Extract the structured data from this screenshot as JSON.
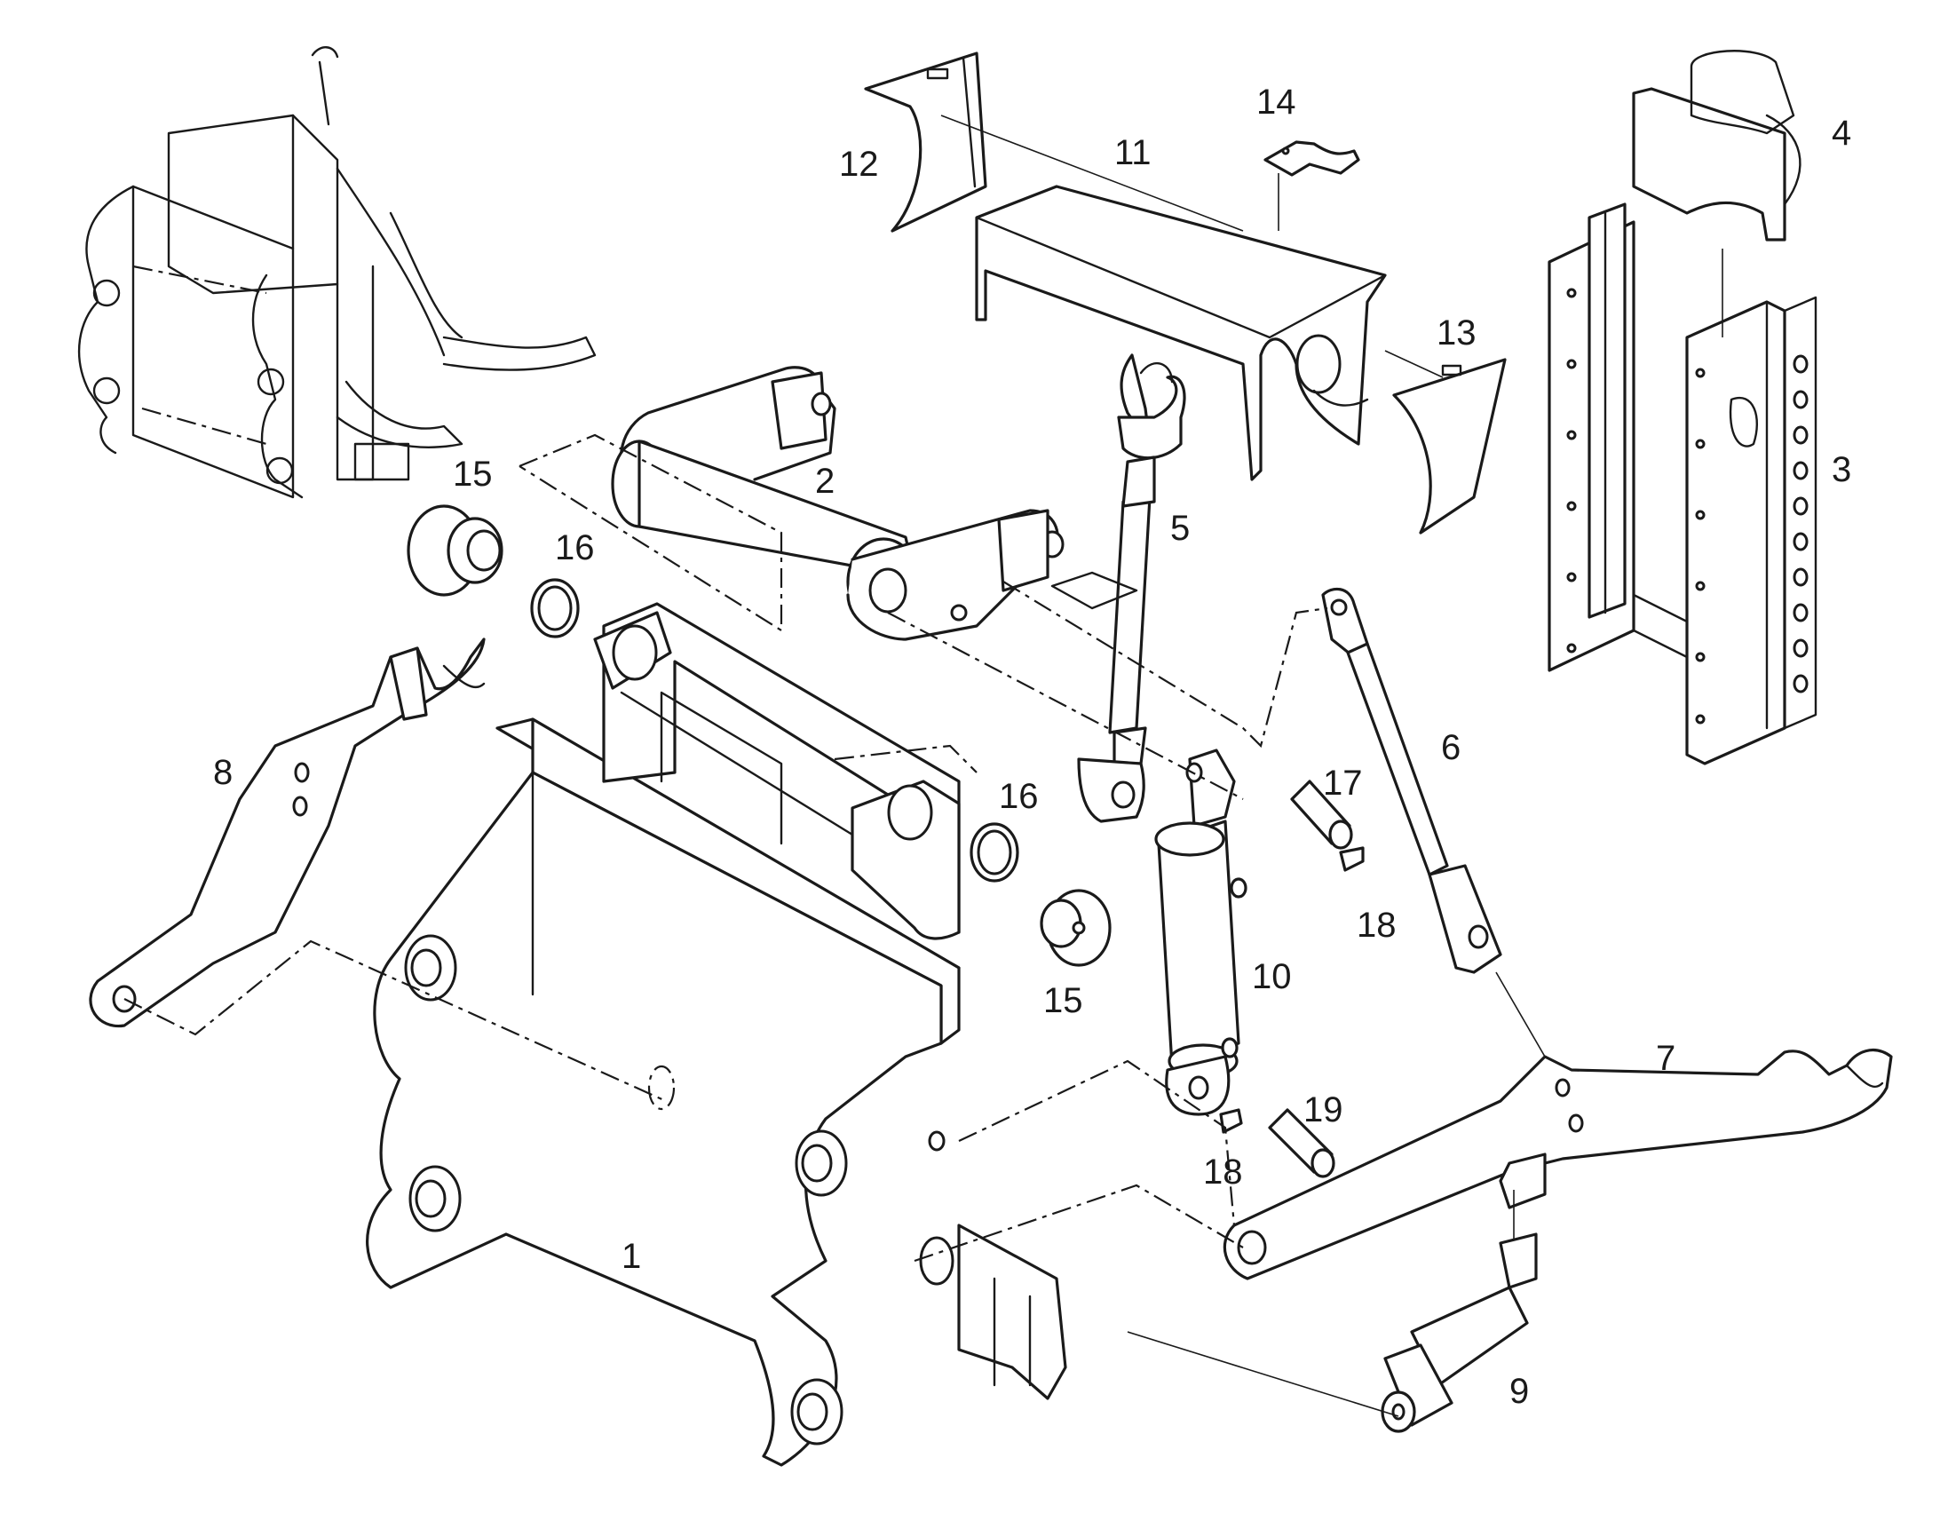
{
  "diagram": {
    "type": "exploded-parts-view",
    "callouts": [
      {
        "id": "c1",
        "label": "1"
      },
      {
        "id": "c2",
        "label": "2"
      },
      {
        "id": "c3",
        "label": "3"
      },
      {
        "id": "c4",
        "label": "4"
      },
      {
        "id": "c5",
        "label": "5"
      },
      {
        "id": "c6",
        "label": "6"
      },
      {
        "id": "c7",
        "label": "7"
      },
      {
        "id": "c8",
        "label": "8"
      },
      {
        "id": "c9",
        "label": "9"
      },
      {
        "id": "c10",
        "label": "10"
      },
      {
        "id": "c11",
        "label": "11"
      },
      {
        "id": "c12",
        "label": "12"
      },
      {
        "id": "c13",
        "label": "13"
      },
      {
        "id": "c14",
        "label": "14"
      },
      {
        "id": "c15a",
        "label": "15"
      },
      {
        "id": "c15b",
        "label": "15"
      },
      {
        "id": "c16a",
        "label": "16"
      },
      {
        "id": "c16b",
        "label": "16"
      },
      {
        "id": "c17",
        "label": "17"
      },
      {
        "id": "c18a",
        "label": "18"
      },
      {
        "id": "c18b",
        "label": "18"
      },
      {
        "id": "c19",
        "label": "19"
      }
    ]
  }
}
